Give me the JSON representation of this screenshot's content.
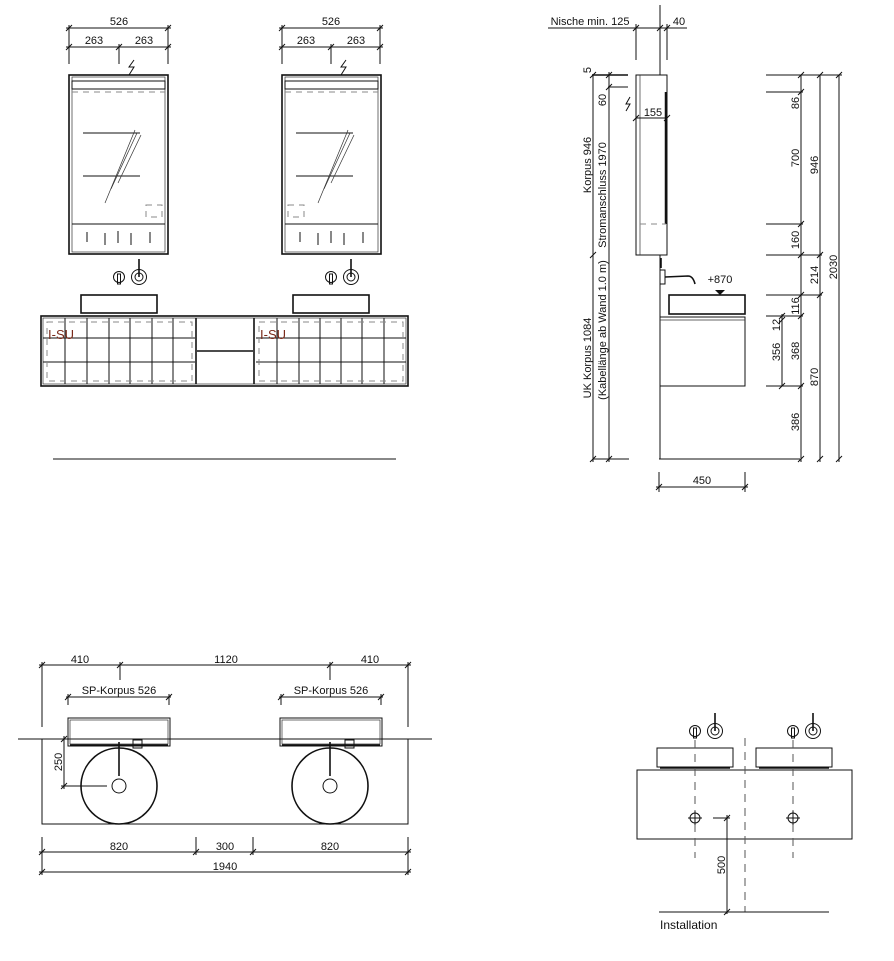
{
  "front_view": {
    "cabinet_width": "526",
    "cabinet_half_left": "263",
    "cabinet_half_right": "263",
    "vanity_label_left": "I-SU",
    "vanity_label_right": "I-SU"
  },
  "side_view": {
    "niche": "Nische min. 125",
    "depth_40": "40",
    "dim_5": "5",
    "dim_60": "60",
    "dim_155": "155",
    "korpus": "Korpus 946",
    "stromanschluss": "Stromanschluss 1970",
    "uk_korpus": "UK Korpus 1084",
    "kabel": "(Kabellänge ab Wand 1.0 m)",
    "dim_86": "86",
    "dim_700": "700",
    "dim_160": "160",
    "dim_946": "946",
    "dim_2030": "2030",
    "dim_214": "214",
    "dim_116": "116",
    "dim_12": "12",
    "dim_356": "356",
    "dim_368": "368",
    "dim_870": "870",
    "dim_386": "386",
    "height_mark": "+870",
    "depth_450": "450"
  },
  "plan_view": {
    "dim_410_left": "410",
    "dim_1120": "1120",
    "dim_410_right": "410",
    "sp_korpus_left": "SP-Korpus 526",
    "sp_korpus_right": "SP-Korpus 526",
    "dim_250": "250",
    "dim_820_left": "820",
    "dim_300": "300",
    "dim_820_right": "820",
    "dim_1940": "1940"
  },
  "installation_view": {
    "dim_500": "500",
    "label": "Installation"
  }
}
